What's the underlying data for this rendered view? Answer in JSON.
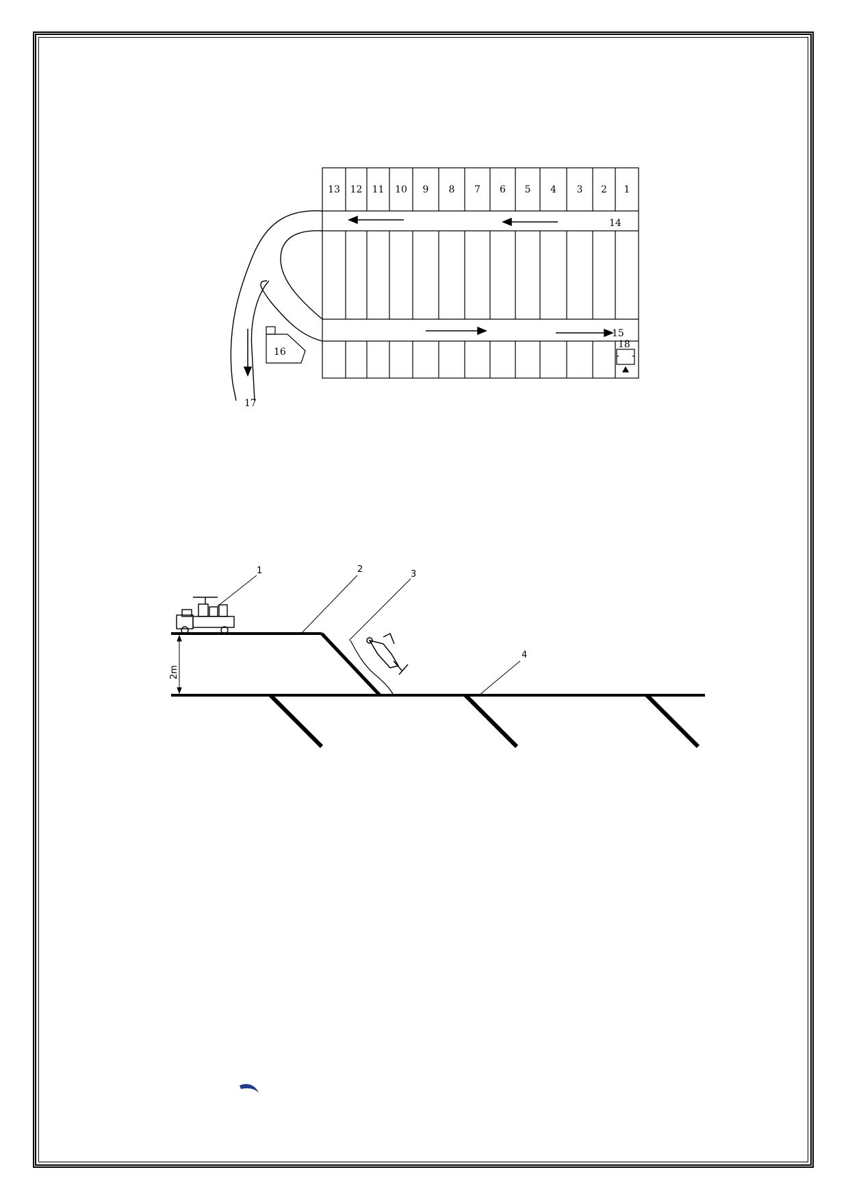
{
  "plan_diagram": {
    "plot_labels": [
      "13",
      "12",
      "11",
      "10",
      "9",
      "8",
      "7",
      "6",
      "5",
      "4",
      "3",
      "2",
      "1"
    ],
    "road_labels": {
      "upper": "14",
      "lower": "15"
    },
    "site_labels": {
      "site_16": "16",
      "exit_17": "17",
      "box_18": "18"
    }
  },
  "section_diagram": {
    "callouts": [
      "1",
      "2",
      "3",
      "4"
    ],
    "height_label": "2m"
  },
  "colors": {
    "ink": "#000000",
    "footer_mark": "#1f3b8a"
  },
  "icons": {
    "footer_mark": "swoosh-icon"
  }
}
